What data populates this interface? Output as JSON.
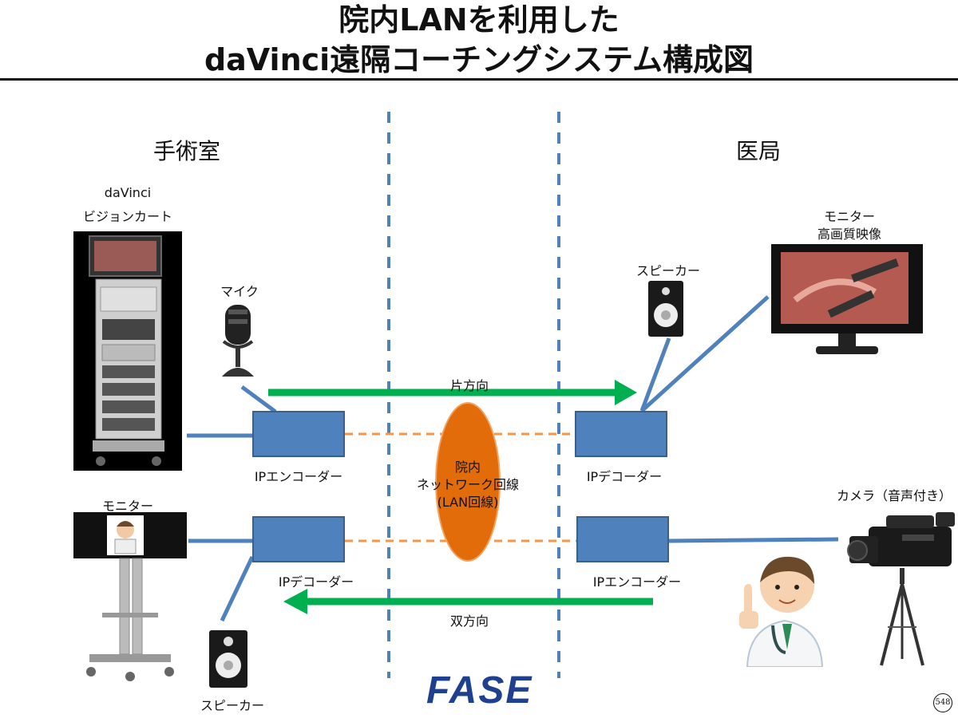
{
  "title": {
    "line1": "院内LANを利用した",
    "line2": "daVinci遠隔コーチングシステム構成図"
  },
  "sections": {
    "left": "手術室",
    "right": "医局"
  },
  "devices": {
    "vision_cart": {
      "line1": "daVinci",
      "line2": "ビジョンカート"
    },
    "mic": "マイク",
    "or_monitor": "モニター",
    "or_speaker": "スピーカー",
    "office_speaker": "スピーカー",
    "office_monitor": {
      "line1": "モニター",
      "line2": "高画質映像"
    },
    "camera": "カメラ（音声付き）"
  },
  "nodes": {
    "encoder_or": "IPエンコーダー",
    "decoder_or": "IPデコーダー",
    "decoder_office": "IPデコーダー",
    "encoder_office": "IPエンコーダー"
  },
  "network": {
    "line1": "院内",
    "line2": "ネットワーク回線",
    "line3": "(LAN回線)"
  },
  "arrows": {
    "top": "片方向",
    "bottom": "双方向"
  },
  "colors": {
    "arrow": "#00b050",
    "box": "#4f81bd",
    "network": "#e36c0a",
    "dashed_divider": "#4f81bd",
    "dashed_link": "#f79646"
  },
  "logo": "FASE",
  "page_number": "548"
}
